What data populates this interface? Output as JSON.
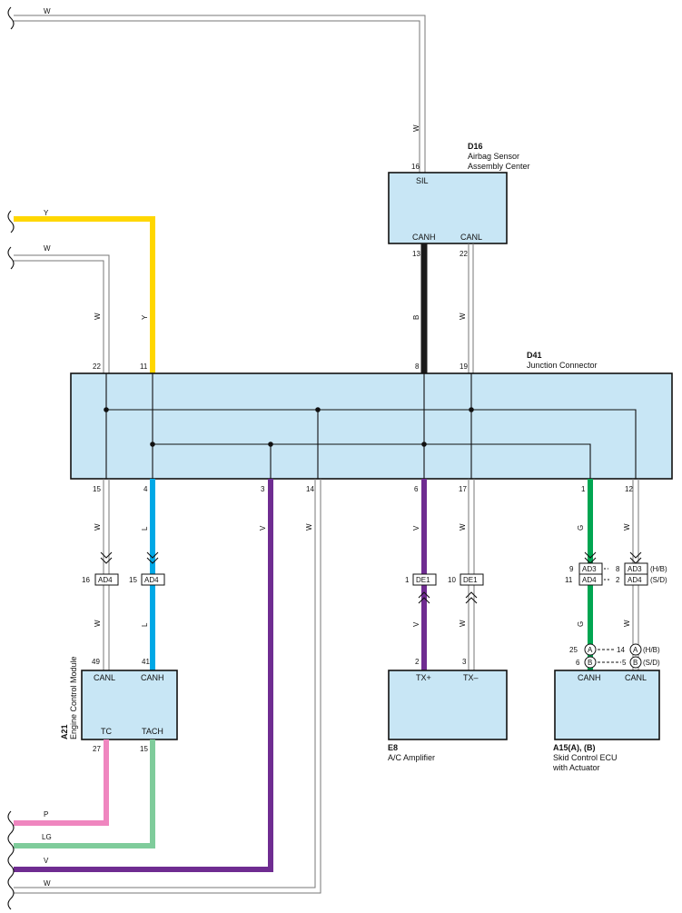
{
  "colors": {
    "Y": "#ffd700",
    "B": "#1a1a1a",
    "L": "#00a8e6",
    "V": "#6f2c91",
    "G": "#00a651",
    "P": "#ef86bf",
    "LG": "#7fcc9b",
    "W": "#ffffff",
    "box_fill": "#c8e6f5"
  },
  "components": {
    "d16": {
      "code": "D16",
      "name_line1": "Airbag Sensor",
      "name_line2": "Assembly Center",
      "pin_sil": "SIL",
      "pin_canh": "CANH",
      "pin_canl": "CANL",
      "pin_num_sil": "16",
      "pin_num_canh": "13",
      "pin_num_canl": "22"
    },
    "d41": {
      "code": "D41",
      "name": "Junction Connector"
    },
    "a21": {
      "code": "A21",
      "name": "Engine Control Module",
      "pin_canl": "CANL",
      "pin_canh": "CANH",
      "pin_tc": "TC",
      "pin_tach": "TACH",
      "num_canl": "49",
      "num_canh": "41",
      "num_tc": "27",
      "num_tach": "15"
    },
    "e8": {
      "code": "E8",
      "name": "A/C Amplifier",
      "pin_txp": "TX+",
      "pin_txm": "TX–",
      "num_txp": "2",
      "num_txm": "3"
    },
    "a15": {
      "code": "A15(A), (B)",
      "name_line1": "Skid Control ECU",
      "name_line2": "with Actuator",
      "pin_canh": "CANH",
      "pin_canl": "CANL"
    }
  },
  "junction_pins_top": {
    "p22": "22",
    "p11": "11",
    "p8": "8",
    "p19": "19"
  },
  "junction_pins_bottom": {
    "p15": "15",
    "p4": "4",
    "p3": "3",
    "p14": "14",
    "p6": "6",
    "p17": "17",
    "p1": "1",
    "p12": "12"
  },
  "wire_labels": {
    "top_w": "W",
    "d16_w": "W",
    "y_in": "Y",
    "w_in": "W",
    "w_22": "W",
    "y_11": "Y",
    "b_8": "B",
    "w_19": "W",
    "w_15": "W",
    "l_4": "L",
    "v_3": "V",
    "w_14": "W",
    "v_6": "V",
    "w_17": "W",
    "g_1": "G",
    "w_12": "W",
    "w_a21": "W",
    "l_a21": "L",
    "v_e8": "V",
    "w_e8": "W",
    "g_a15": "G",
    "w_a15": "W",
    "p_out": "P",
    "lg_out": "LG",
    "v_out": "V",
    "w_out": "W"
  },
  "connectors": {
    "ad4_a": {
      "label": "AD4",
      "pin": "16"
    },
    "ad4_b": {
      "label": "AD4",
      "pin": "15"
    },
    "de1_a": {
      "label": "DE1",
      "pin": "1"
    },
    "de1_b": {
      "label": "DE1",
      "pin": "10"
    },
    "ad3_g": {
      "label": "AD3",
      "pin": "9"
    },
    "ad4_g": {
      "label": "AD4",
      "pin": "11"
    },
    "ad3_w": {
      "label": "AD3",
      "pin": "8",
      "note": "(H/B)"
    },
    "ad4_w": {
      "label": "AD4",
      "pin": "2",
      "note": "(S/D)"
    }
  },
  "a15_connectors": {
    "row1": {
      "left_pin": "25",
      "left_tag": "A",
      "right_pin": "14",
      "right_tag": "A",
      "note": "(H/B)"
    },
    "row2": {
      "left_pin": "6",
      "left_tag": "B",
      "right_pin": "5",
      "right_tag": "B",
      "note": "(S/D)"
    }
  }
}
